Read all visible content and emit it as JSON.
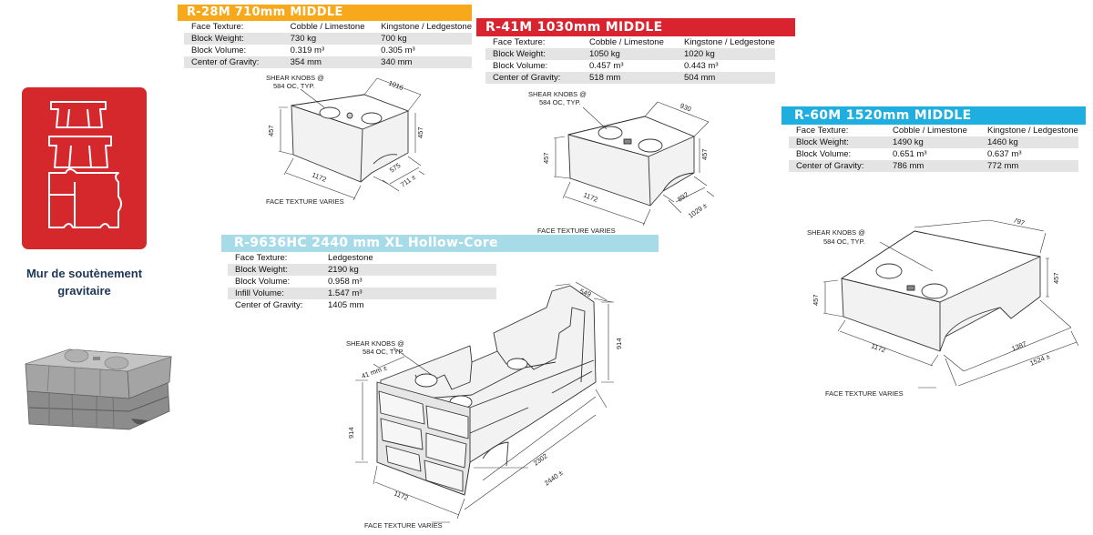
{
  "sidebar": {
    "caption_line1": "Mur de soutènement",
    "caption_line2": "gravitaire",
    "logo_icon": "stacked-blocks-icon",
    "photo_icon": "block-photo",
    "brand_color": "#d4282d"
  },
  "blocks": {
    "r28m": {
      "title": "R-28M    710mm MIDDLE",
      "header_color": "#f7a81b",
      "col1": "Cobble / Limestone",
      "col2": "Kingstone / Ledgestone",
      "rows": [
        {
          "label": "Face Texture:",
          "v1": "Cobble / Limestone",
          "v2": "Kingstone / Ledgestone"
        },
        {
          "label": "Block Weight:",
          "v1": "730 kg",
          "v2": "700 kg"
        },
        {
          "label": "Block Volume:",
          "v1": "0.319 m³",
          "v2": "0.305 m³"
        },
        {
          "label": "Center of Gravity:",
          "v1": "354 mm",
          "v2": "340 mm"
        }
      ],
      "dims": {
        "shear": "SHEAR KNOBS @",
        "shear2": "584 OC, TYP.",
        "width": "1016",
        "height_l": "457",
        "height_r": "457",
        "length": "1172",
        "depth1": "575",
        "depth2": "711 ±",
        "face": "FACE TEXTURE VARIES"
      }
    },
    "r41m": {
      "title": "R-41M    1030mm MIDDLE",
      "header_color": "#d9232e",
      "rows": [
        {
          "label": "Face Texture:",
          "v1": "Cobble / Limestone",
          "v2": "Kingstone / Ledgestone"
        },
        {
          "label": "Block Weight:",
          "v1": "1050 kg",
          "v2": "1020 kg"
        },
        {
          "label": "Block Volume:",
          "v1": "0.457 m³",
          "v2": "0.443 m³"
        },
        {
          "label": "Center of Gravity:",
          "v1": "518 mm",
          "v2": "504 mm"
        }
      ],
      "dims": {
        "shear": "SHEAR KNOBS @",
        "shear2": "584 OC, TYP.",
        "width": "930",
        "height_l": "457",
        "height_r": "457",
        "length": "1172",
        "depth1": "892",
        "depth2": "1029 ±",
        "face": "FACE TEXTURE VARIES"
      }
    },
    "r60m": {
      "title": "R-60M    1520mm MIDDLE",
      "header_color": "#1eaee0",
      "rows": [
        {
          "label": "Face Texture:",
          "v1": "Cobble / Limestone",
          "v2": "Kingstone / Ledgestone"
        },
        {
          "label": "Block Weight:",
          "v1": "1490 kg",
          "v2": "1460 kg"
        },
        {
          "label": "Block Volume:",
          "v1": "0.651 m³",
          "v2": "0.637 m³"
        },
        {
          "label": "Center of Gravity:",
          "v1": "786 mm",
          "v2": "772 mm"
        }
      ],
      "dims": {
        "shear": "SHEAR KNOBS @",
        "shear2": "584 OC, TYP.",
        "width": "797",
        "height_l": "457",
        "height_r": "457",
        "length": "1172",
        "depth1": "1387",
        "depth2": "1524 ±",
        "face": "FACE TEXTURE VARIES"
      }
    },
    "r9636hc": {
      "title": "R-9636HC   2440 mm XL Hollow-Core",
      "header_color": "#a8dbe8",
      "rows": [
        {
          "label": "Face Texture:",
          "v1": "Ledgestone"
        },
        {
          "label": "Block Weight:",
          "v1": "2190 kg"
        },
        {
          "label": "Block Volume:",
          "v1": "0.958 m³"
        },
        {
          "label": "Infill Volume:",
          "v1": "1.547 m³"
        },
        {
          "label": "Center of Gravity:",
          "v1": "1405 mm"
        }
      ],
      "dims": {
        "shear": "SHEAR KNOBS @",
        "shear2": "584 OC, TYP.",
        "width": "549",
        "height_r": "914",
        "height_l": "914",
        "wall": "41 mm ±",
        "length": "1172",
        "depth1": "2302",
        "depth2": "2440 ±",
        "face": "FACE TEXTURE VARIES"
      }
    }
  }
}
